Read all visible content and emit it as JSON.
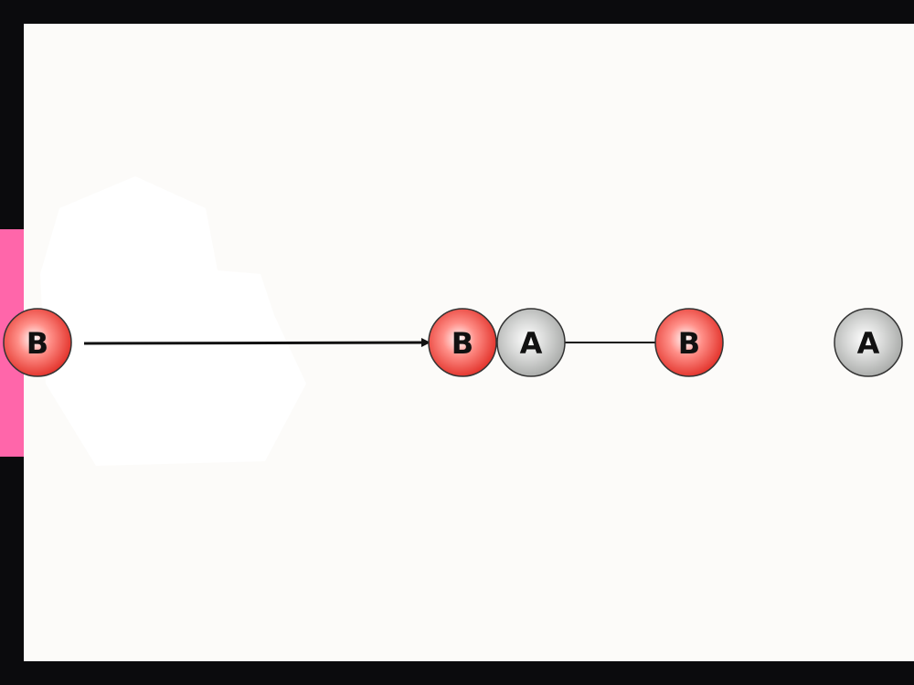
{
  "balls": [
    {
      "label": "B",
      "kind": "B"
    },
    {
      "label": "B",
      "kind": "B"
    },
    {
      "label": "A",
      "kind": "A"
    },
    {
      "label": "B",
      "kind": "B"
    },
    {
      "label": "A",
      "kind": "A"
    }
  ],
  "colors": {
    "frame": "#0b0b0d",
    "canvas": "#fcfbf9",
    "wall": "#ff66aa",
    "ball_B": "#e8332c",
    "ball_A": "#b5b7b5",
    "line": "#111111"
  }
}
